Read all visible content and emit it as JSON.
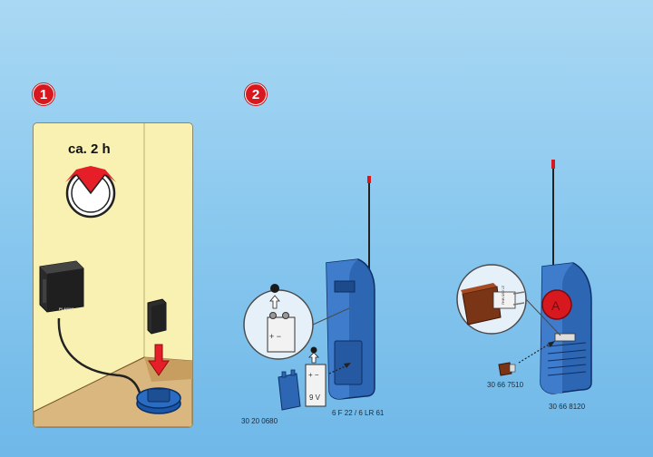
{
  "steps": [
    {
      "number": "1"
    },
    {
      "number": "2"
    }
  ],
  "step1": {
    "timer_label": "ca. 2 h",
    "charger_brand": "PLAYMO"
  },
  "step2": {
    "battery_label": "9 V",
    "battery_type": "6 F 22 / 6 LR 61",
    "part_cover": "30 20 0680",
    "part_crystal": "30 66 7510",
    "part_remote": "30 66 8120",
    "crystal_freq": "27.095 MHz"
  },
  "colors": {
    "background": "#8ccbef",
    "badge": "#d7191f",
    "remote_blue": "#2a64b0",
    "panel_yellow": "#f9f1b2"
  }
}
